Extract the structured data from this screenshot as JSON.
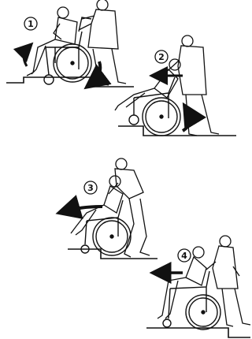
{
  "steps": [
    {
      "number": "1"
    },
    {
      "number": "2"
    },
    {
      "number": "3"
    },
    {
      "number": "4"
    }
  ],
  "colors": {
    "ink": "#111111",
    "arrow": "#222222",
    "background": "#ffffff"
  },
  "icons": {
    "motion_arrow": "curved-arrow-icon",
    "direction_arrow": "left-arrow-icon"
  }
}
